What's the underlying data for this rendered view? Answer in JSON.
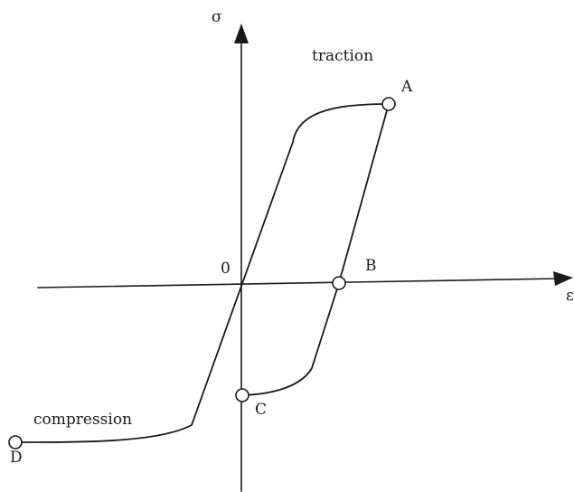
{
  "diagram": {
    "axes": {
      "y_label": "σ",
      "x_label": "ε",
      "origin_label": "0"
    },
    "region_labels": {
      "upper": "traction",
      "lower": "compression"
    },
    "points": {
      "A": "A",
      "B": "B",
      "C": "C",
      "D": "D"
    }
  }
}
